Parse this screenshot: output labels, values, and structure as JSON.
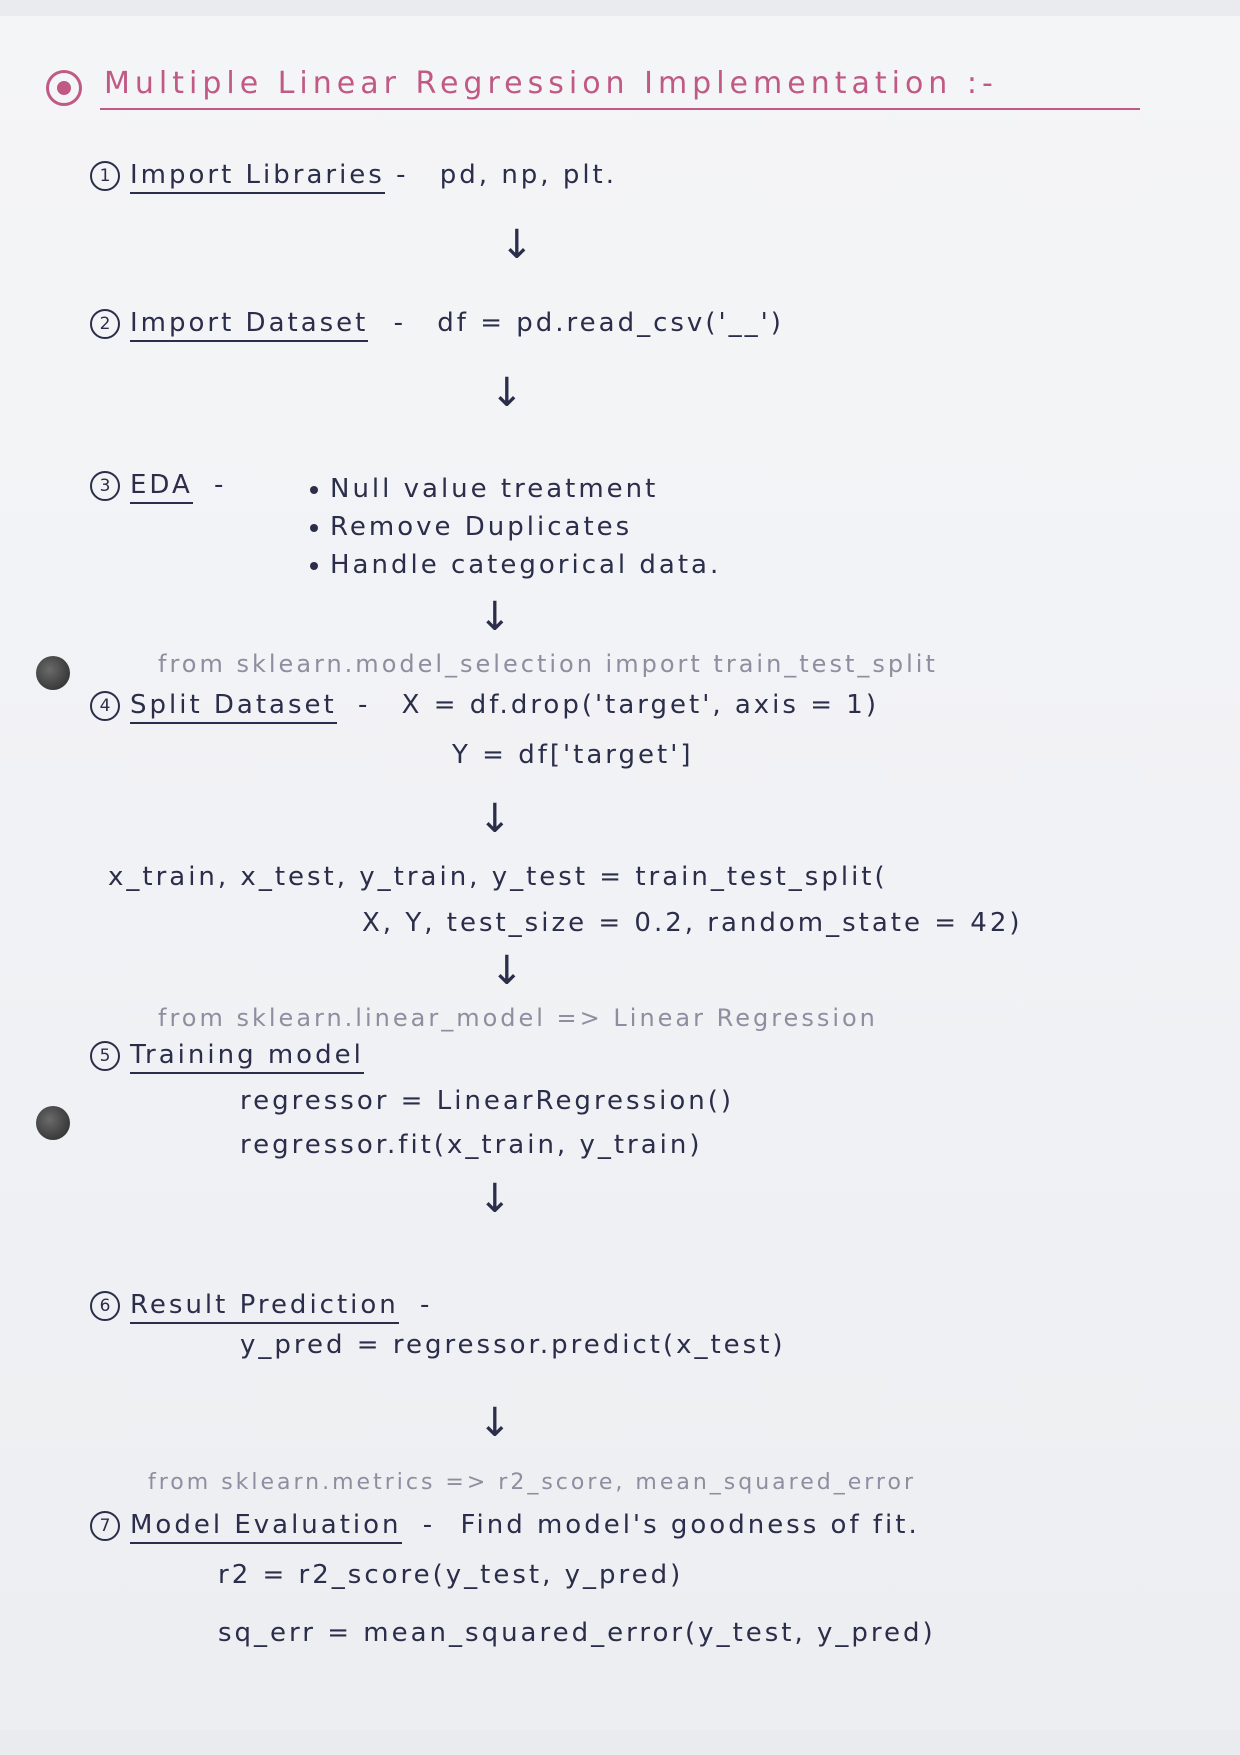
{
  "title": "Multiple Linear Regression Implementation :-",
  "steps": {
    "s1": {
      "num": "1",
      "label": "Import Libraries",
      "sep": "-",
      "code": "pd, np, plt."
    },
    "s2": {
      "num": "2",
      "label": "Import Dataset",
      "sep": "-",
      "code": "df = pd.read_csv('__')"
    },
    "s3": {
      "num": "3",
      "label": "EDA",
      "sep": "-",
      "bullets": [
        "Null value treatment",
        "Remove Duplicates",
        "Handle categorical data."
      ]
    },
    "s4": {
      "import_note": "from sklearn.model_selection import train_test_split",
      "num": "4",
      "label": "Split Dataset",
      "sep": "-",
      "code1": "X = df.drop('target', axis = 1)",
      "code2": "Y = df['target']",
      "split1": "x_train, x_test, y_train, y_test = train_test_split(",
      "split2": "X, Y, test_size = 0.2, random_state = 42)"
    },
    "s5": {
      "import_note": "from sklearn.linear_model => Linear Regression",
      "num": "5",
      "label": "Training model",
      "code1": "regressor = LinearRegression()",
      "code2": "regressor.fit(x_train, y_train)"
    },
    "s6": {
      "num": "6",
      "label": "Result Prediction",
      "sep": "-",
      "code": "y_pred = regressor.predict(x_test)"
    },
    "s7": {
      "import_note": "from sklearn.metrics => r2_score, mean_squared_error",
      "num": "7",
      "label": "Model Evaluation",
      "sep": "-",
      "desc": "Find model's goodness of fit.",
      "code1": "r2 = r2_score(y_test, y_pred)",
      "code2": "sq_err = mean_squared_error(y_test, y_pred)"
    }
  },
  "arrow_glyph": "↓"
}
